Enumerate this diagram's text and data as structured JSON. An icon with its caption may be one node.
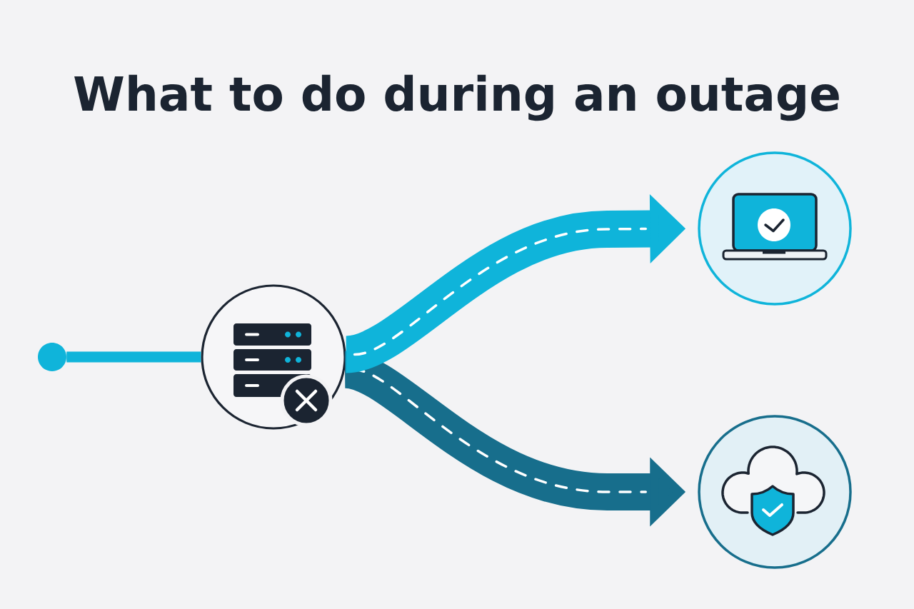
{
  "diagram": {
    "title": "What to do during an outage",
    "nodes": [
      {
        "text": [],
        "shape": "circle"
      },
      {
        "text": [],
        "shape": "circle"
      },
      {
        "text": [],
        "shape": "circle"
      },
      {
        "text": [],
        "shape": "circle"
      }
    ],
    "edges": [
      {
        "from": 0,
        "to": 1,
        "arrow": "none"
      },
      {
        "from": 1,
        "to": 2,
        "arrow": "to"
      },
      {
        "from": 1,
        "to": 3,
        "arrow": "to",
        "color": "#176e8c"
      }
    ]
  }
}
